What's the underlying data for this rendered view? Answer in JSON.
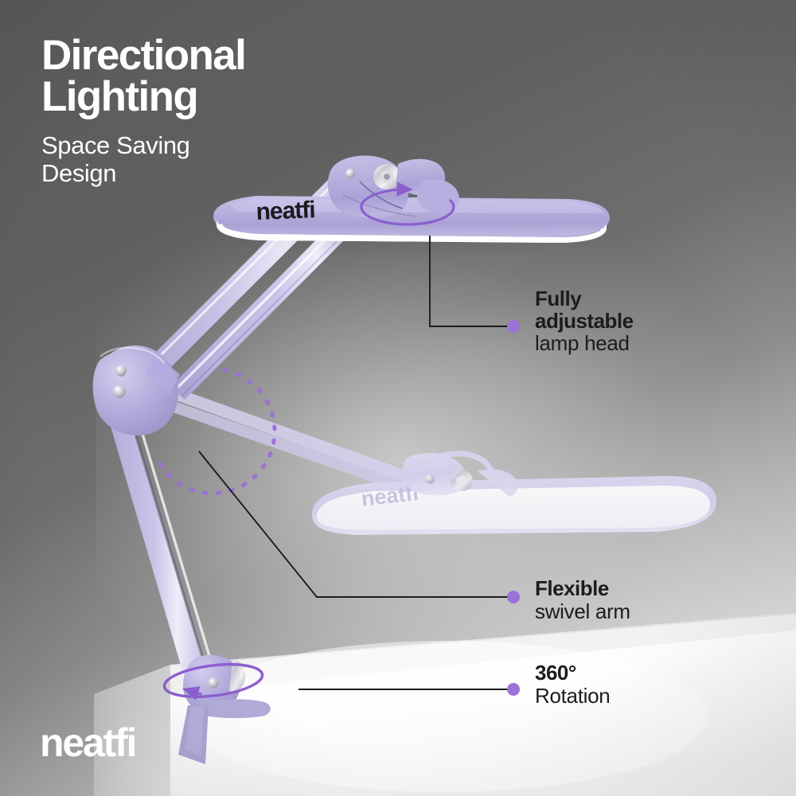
{
  "header": {
    "title": "Directional\nLighting",
    "subtitle": "Space Saving\nDesign"
  },
  "brand": {
    "logo_text": "neatfi",
    "product_logo_text": "neatfi"
  },
  "callouts": [
    {
      "strong": "Fully\nadjustable",
      "light": "lamp head",
      "marker": "purple-dot"
    },
    {
      "strong": "Flexible",
      "light": "swivel arm",
      "marker": "purple-dot"
    },
    {
      "strong": "360°",
      "light": "Rotation",
      "marker": "purple-dot"
    }
  ],
  "colors": {
    "accent_purple": "#9b72d8",
    "lamp_body": "#b2abd9",
    "lamp_body_light": "#cfcaea",
    "lamp_highlight": "#ffffff",
    "leader_line": "#1c1c20",
    "background_dark": "#5b5b5b",
    "background_light": "#f6f6f6",
    "text_light": "#ffffff",
    "text_dark": "#1c1c20"
  },
  "annotations": {
    "head_rotation_arrow": "rotation-arrow",
    "elbow_swivel_arc": "dashed-swivel-arc",
    "base_rotation_ring": "rotation-ring"
  }
}
